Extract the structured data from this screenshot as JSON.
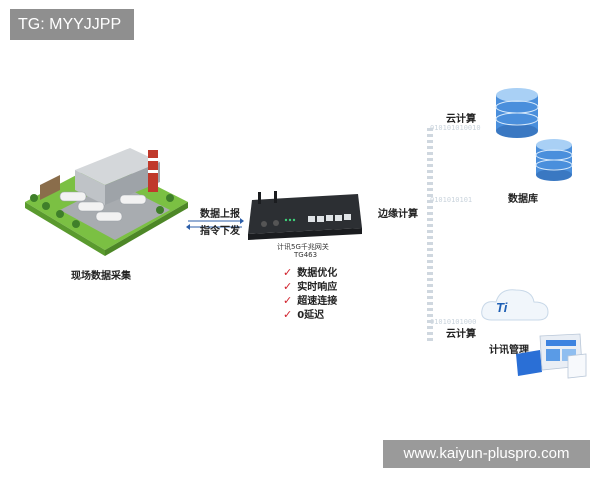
{
  "tag": "TG: MYYJJPP",
  "watermark": "www.kaiyun-pluspro.com",
  "labels": {
    "site": "现场数据采集",
    "upload": "数据上报",
    "command": "指令下发",
    "gateway_name": "计讯5G千兆网关",
    "gateway_model": "TG463",
    "edge": "边缘计算",
    "cloud_top": "云计算",
    "database": "数据库",
    "cloud_bottom": "云计算",
    "management": "计讯管理"
  },
  "features": [
    "数据优化",
    "实时响应",
    "超速连接",
    "0延迟"
  ],
  "binary_text": [
    "010101010010",
    "0101010101",
    "01010101000"
  ],
  "cloud_logo": "Ti",
  "colors": {
    "check": "#d0212b",
    "db": "#4a8fdc",
    "grass": "#7bc043"
  }
}
